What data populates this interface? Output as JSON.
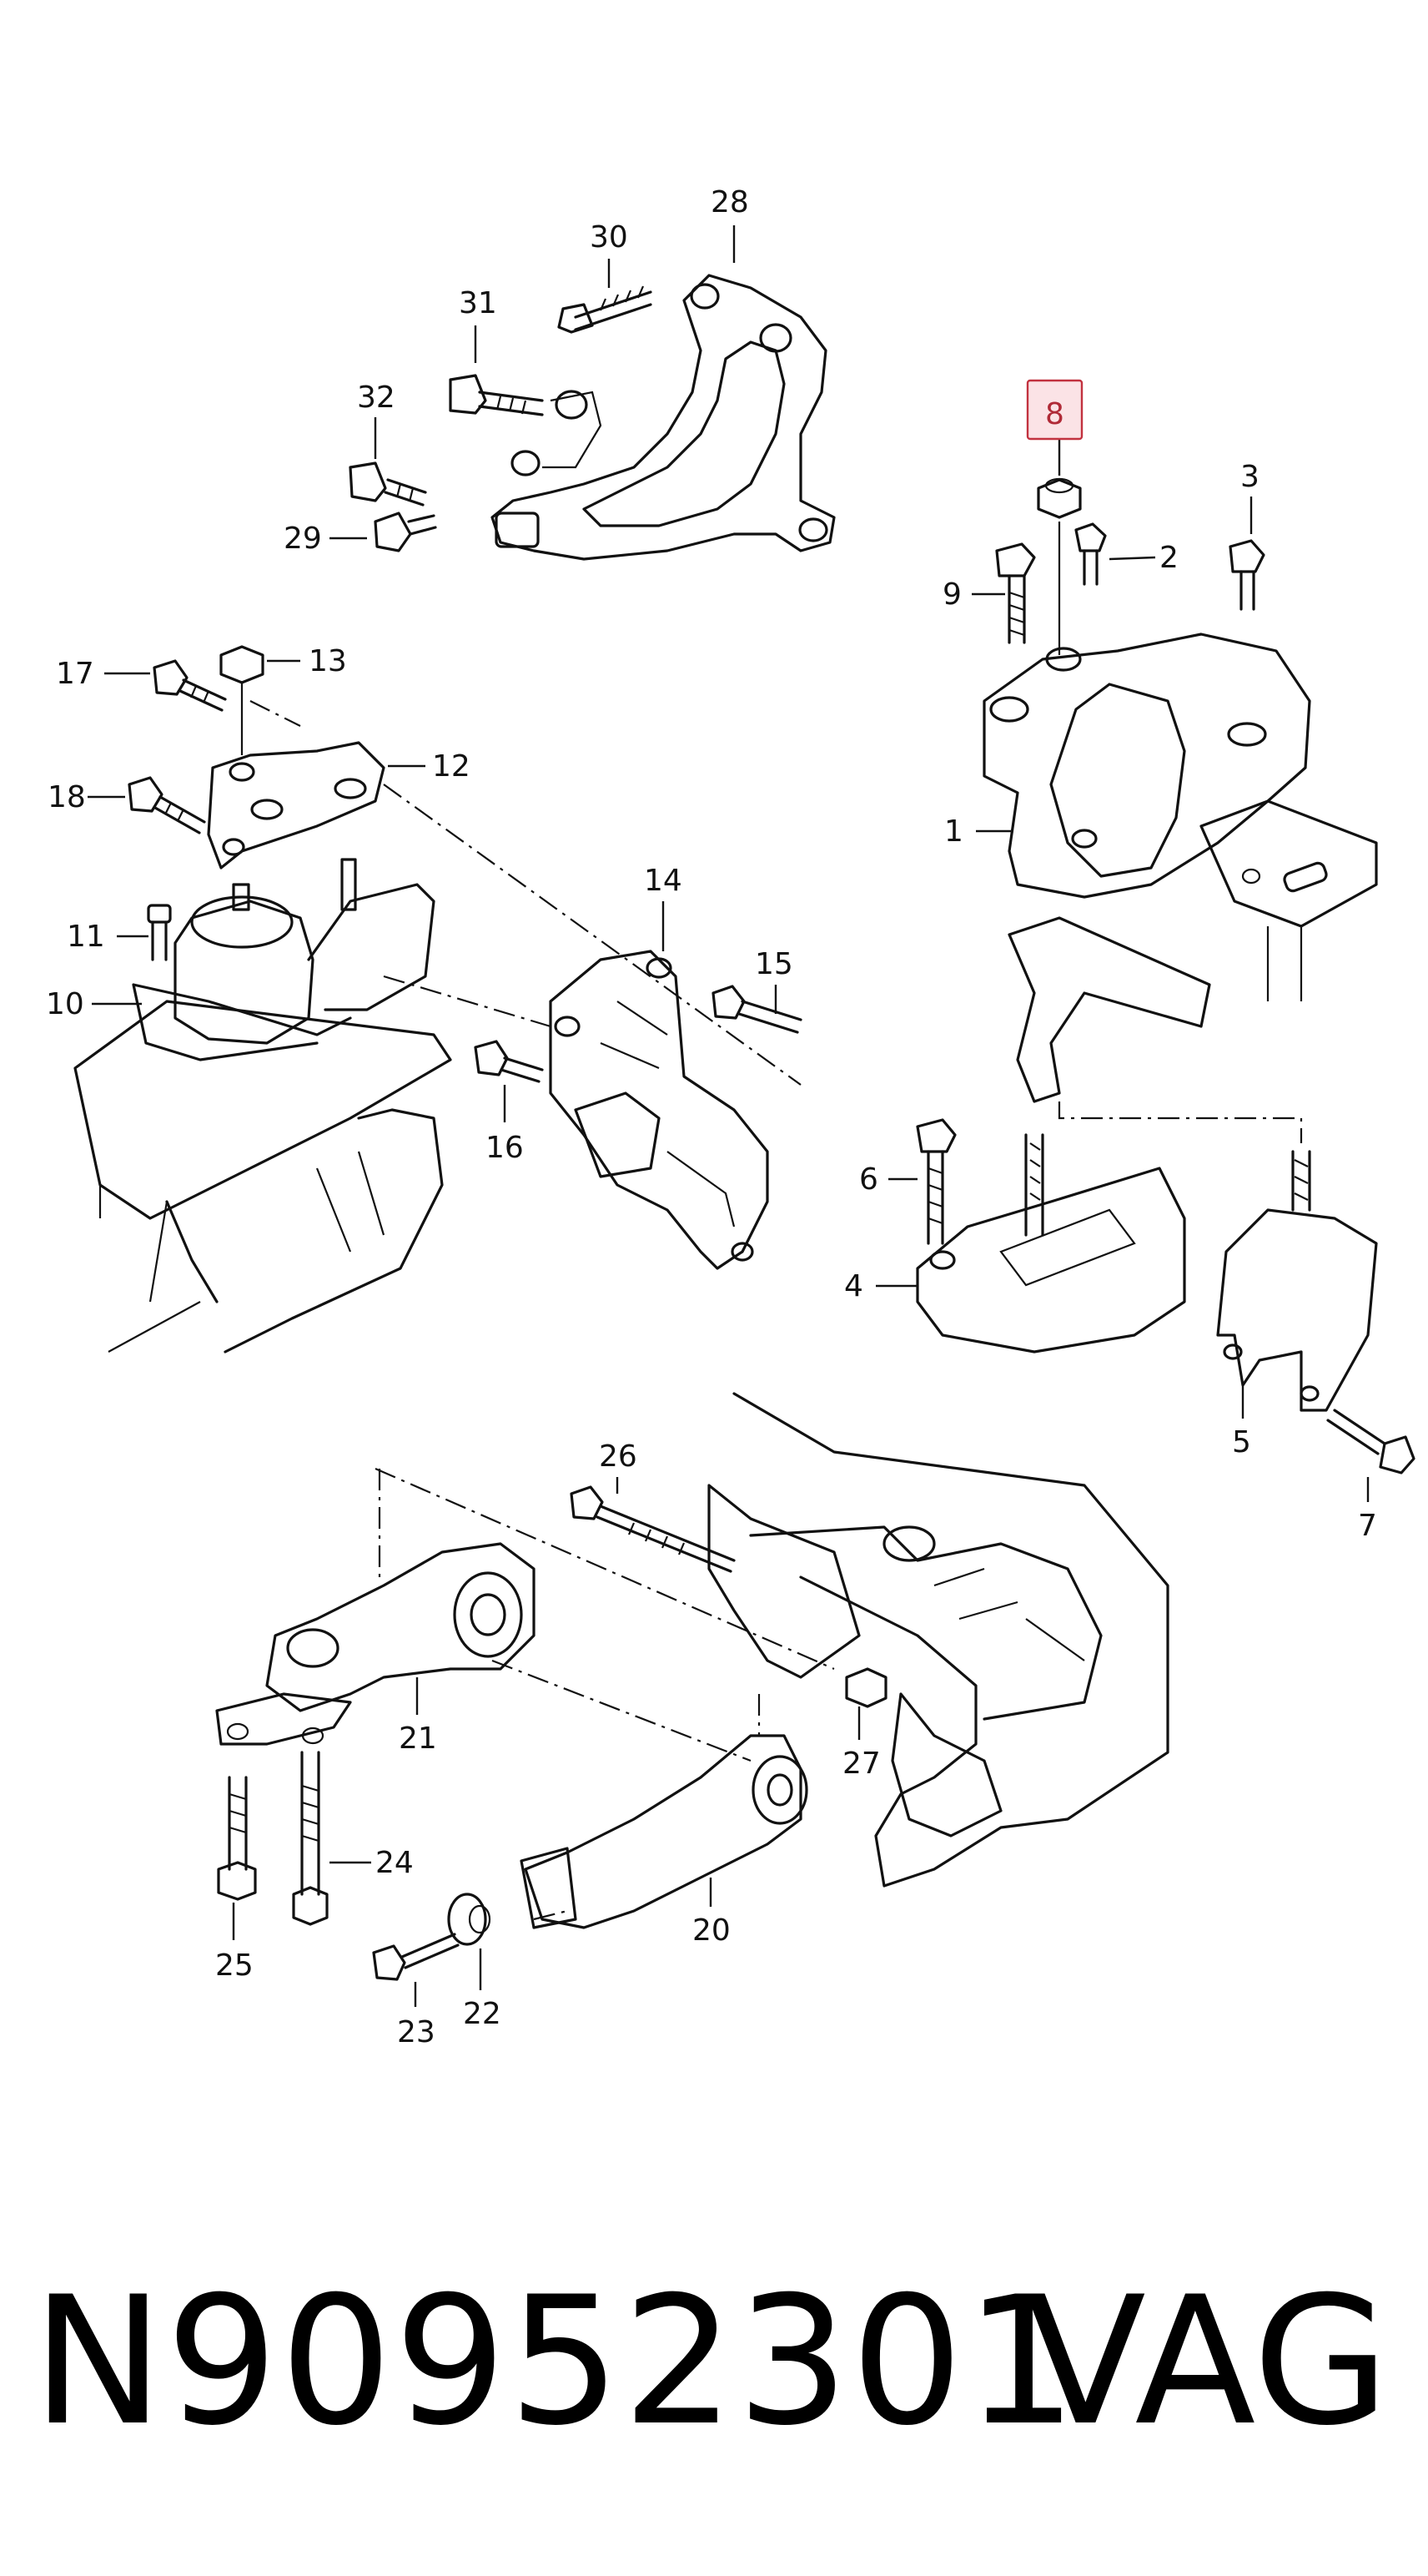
{
  "callouts": {
    "c1": "1",
    "c2": "2",
    "c3": "3",
    "c4": "4",
    "c5": "5",
    "c6": "6",
    "c7": "7",
    "c8": "8",
    "c9": "9",
    "c10": "10",
    "c11": "11",
    "c12": "12",
    "c13": "13",
    "c14": "14",
    "c15": "15",
    "c16": "16",
    "c17": "17",
    "c18": "18",
    "c20": "20",
    "c21": "21",
    "c22": "22",
    "c23": "23",
    "c24": "24",
    "c25": "25",
    "c26": "26",
    "c27": "27",
    "c28": "28",
    "c29": "29",
    "c30": "30",
    "c31": "31",
    "c32": "32"
  },
  "highlight": {
    "fill": "#fbe3e6",
    "stroke": "#c2323f"
  },
  "footer": {
    "part_number": "N90952301",
    "brand": "VAG"
  }
}
